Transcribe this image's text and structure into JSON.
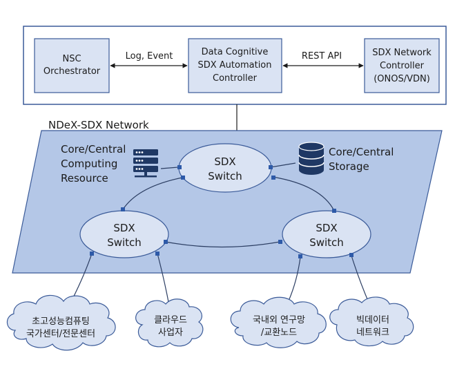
{
  "top": {
    "nsc": [
      "NSC",
      "Orchestrator"
    ],
    "dcsac": [
      "Data Cognitive",
      "SDX Automation",
      "Controller"
    ],
    "sdxnc": [
      "SDX Network",
      "Controller",
      "(ONOS/VDN)"
    ],
    "link_left_label": "Log, Event",
    "link_right_label": "REST API"
  },
  "network": {
    "title": "NDeX-SDX Network",
    "compute": [
      "Core/Central",
      "Computing",
      "Resource"
    ],
    "storage": [
      "Core/Central",
      "Storage"
    ],
    "switch_top": [
      "SDX",
      "Switch"
    ],
    "switch_left": [
      "SDX",
      "Switch"
    ],
    "switch_right": [
      "SDX",
      "Switch"
    ]
  },
  "clouds": {
    "c1": [
      "초고성능컴퓨팅",
      "국가센터/전문센터"
    ],
    "c2": [
      "클라우드",
      "사업자"
    ],
    "c3": [
      "국내외 연구망",
      "/교환노드"
    ],
    "c4": [
      "빅데이터",
      "네트워크"
    ]
  },
  "colors": {
    "box_fill": "#dae3f3",
    "box_stroke": "#3a5a98",
    "network_fill": "#b4c7e7",
    "switch_fill": "#dae3f3",
    "port": "#2e5aa8",
    "link": "#2c3e63",
    "icon_dark": "#1f3864"
  },
  "icons": [
    "server-icon",
    "database-icon"
  ]
}
